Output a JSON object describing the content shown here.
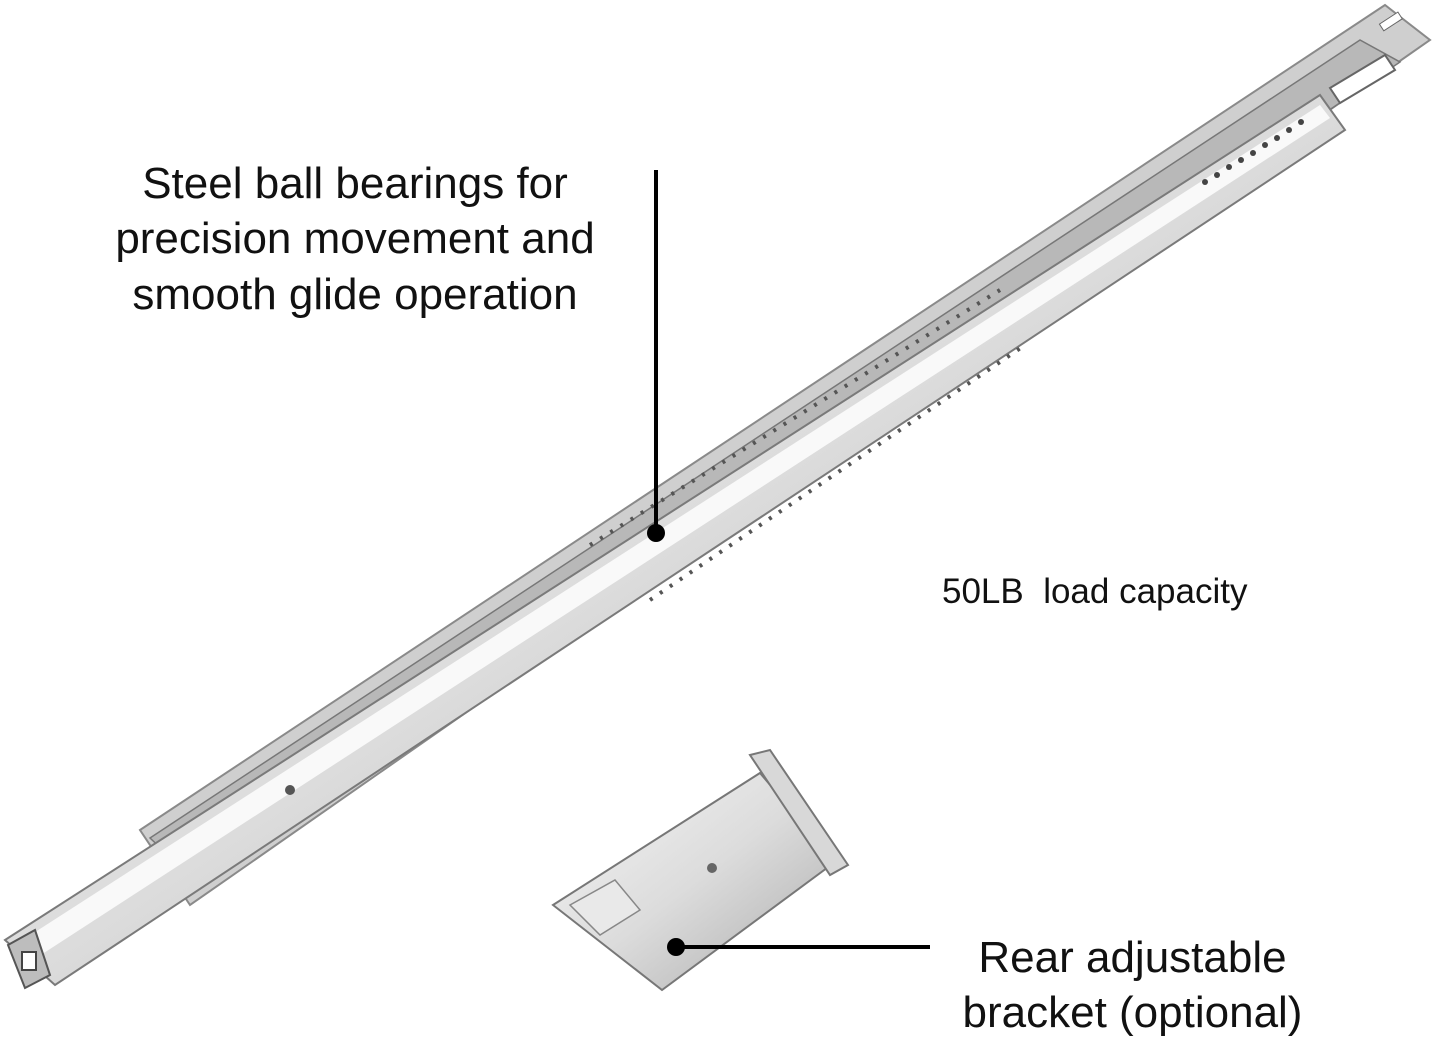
{
  "callouts": {
    "bearings": [
      "Steel ball bearings for",
      "precision movement and",
      "smooth glide operation"
    ],
    "load_capacity": "50LB  load capacity",
    "bracket": [
      "Rear adjustable",
      "bracket (optional)"
    ]
  },
  "colors": {
    "steel_light": "#eeeeee",
    "steel_mid": "#c9c9c9",
    "steel_dark": "#7a7a7a",
    "callout": "#000000"
  }
}
